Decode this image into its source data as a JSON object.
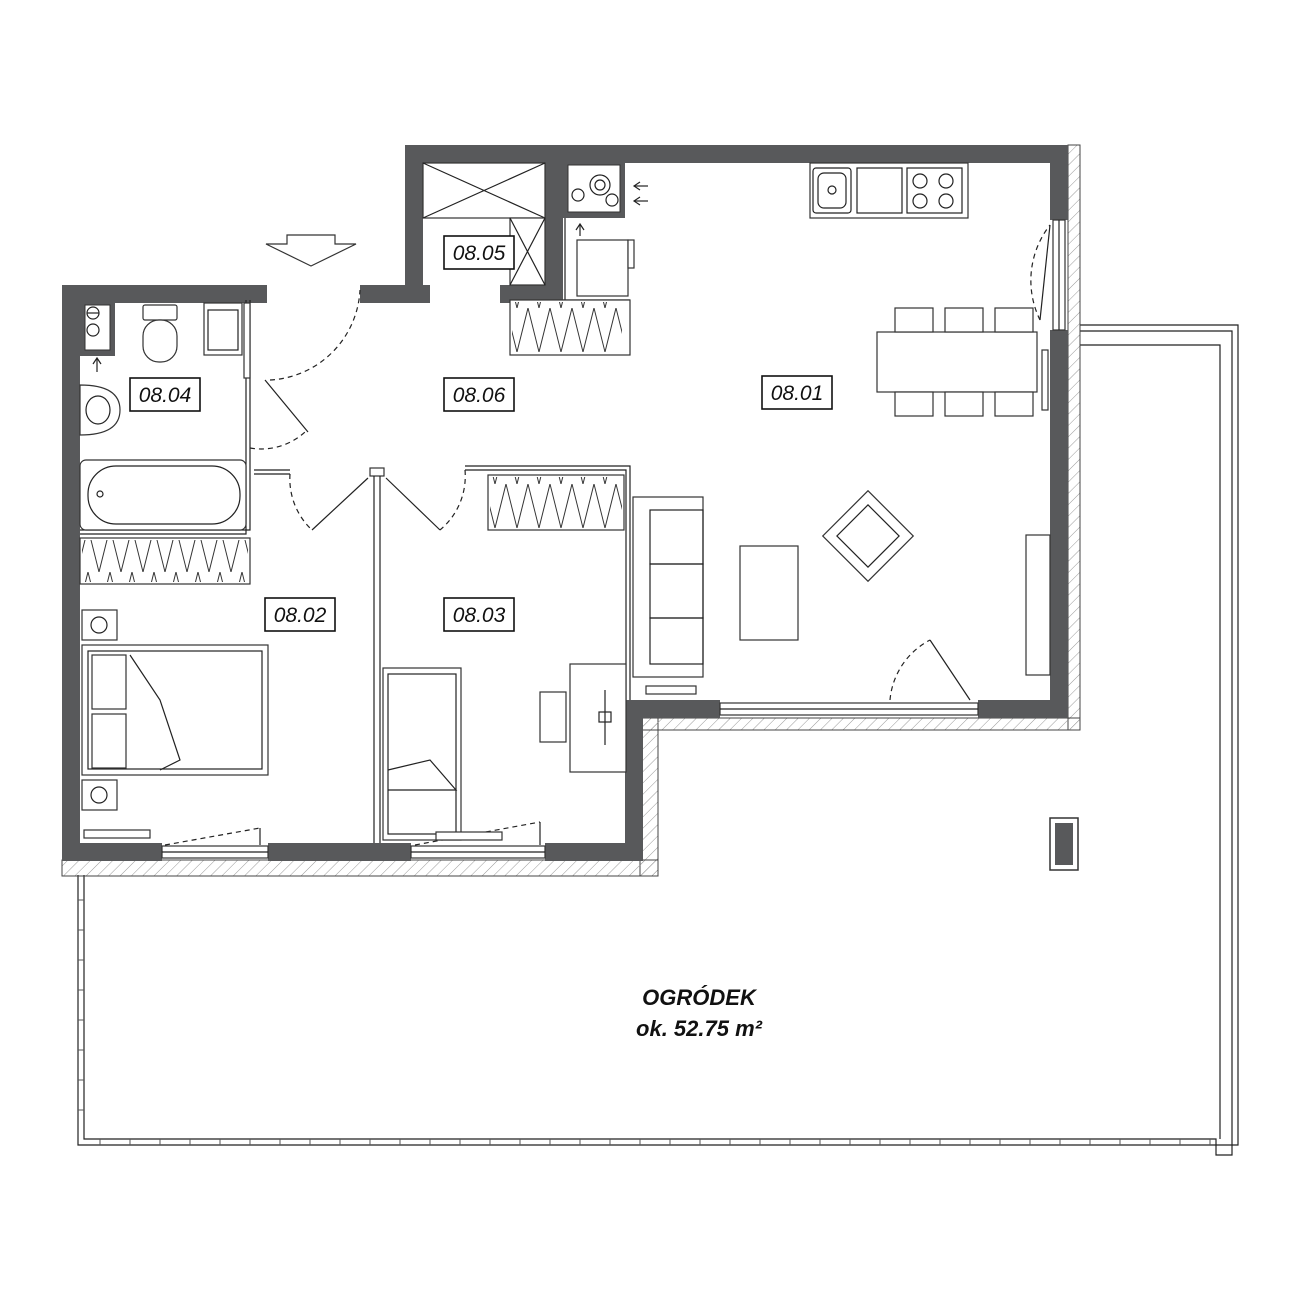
{
  "rooms": [
    {
      "id": "08.01",
      "label": "08.01"
    },
    {
      "id": "08.02",
      "label": "08.02"
    },
    {
      "id": "08.03",
      "label": "08.03"
    },
    {
      "id": "08.04",
      "label": "08.04"
    },
    {
      "id": "08.05",
      "label": "08.05"
    },
    {
      "id": "08.06",
      "label": "08.06"
    }
  ],
  "garden": {
    "title": "OGRÓDEK",
    "area": "ok. 52.75 m²"
  },
  "colors": {
    "wall": "#58595b",
    "line": "#222222",
    "background": "#ffffff"
  },
  "icons": [
    "entrance-arrow-icon",
    "boiler-icon",
    "ventilation-arrow-icon"
  ]
}
